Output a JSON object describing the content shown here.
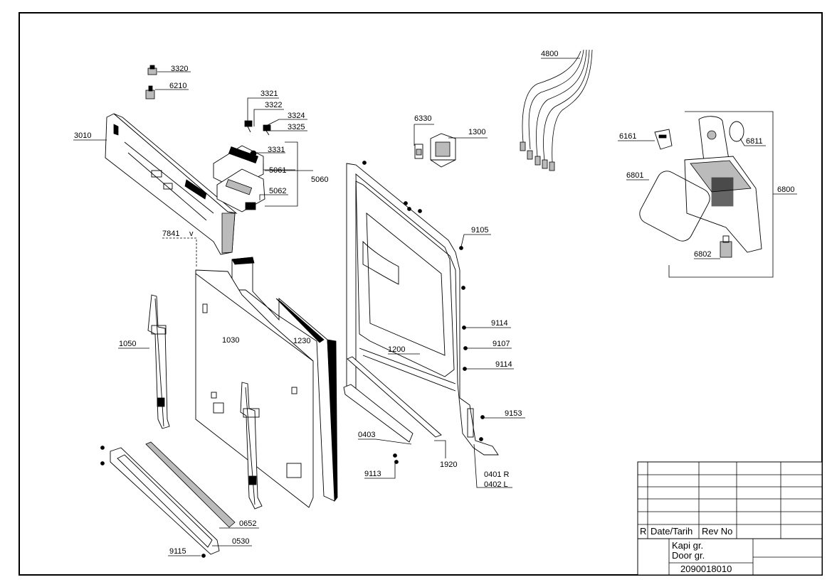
{
  "labels": {
    "p3320": "3320",
    "p6210": "6210",
    "p3010": "3010",
    "p3321": "3321",
    "p3322": "3322",
    "p3324": "3324",
    "p3325": "3325",
    "p3331": "3331",
    "p5061": "5061",
    "p5062": "5062",
    "p5060": "5060",
    "p7841": "7841",
    "p7841v": "v",
    "p6330": "6330",
    "p1300": "1300",
    "p4800": "4800",
    "p6161": "6161",
    "p6811": "6811",
    "p6801": "6801",
    "p6800": "6800",
    "p6802": "6802",
    "p9105": "9105",
    "p9114a": "9114",
    "p9107": "9107",
    "p9114b": "9114",
    "p9153": "9153",
    "p1050": "1050",
    "p1030": "1030",
    "p1230": "1230",
    "p1200": "1200",
    "p0403": "0403",
    "p1920": "1920",
    "p9113": "9113",
    "p0401": "0401 R",
    "p0402": "0402 L",
    "p0652": "0652",
    "p0530": "0530",
    "p9115": "9115"
  },
  "title_block": {
    "rev_col": "R",
    "date_col": "Date/Tarih",
    "revno_col": "Rev No",
    "title_tr": "Kapi gr.",
    "title_en": "Door gr.",
    "drawing_no": "2090018010"
  }
}
